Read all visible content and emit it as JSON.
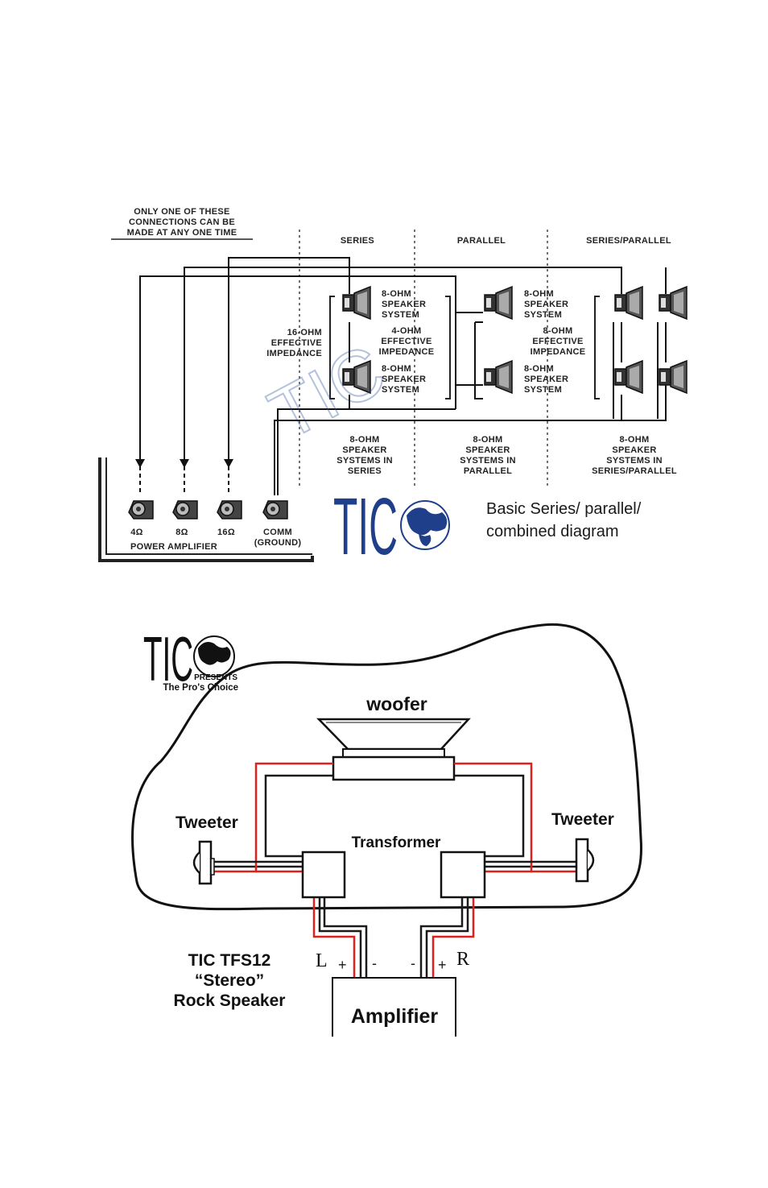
{
  "top_diagram": {
    "note": [
      "ONLY ONE OF THESE",
      "CONNECTIONS CAN BE",
      "MADE AT ANY ONE TIME"
    ],
    "section_headers": {
      "series": "SERIES",
      "parallel": "PARALLEL",
      "series_parallel": "SERIES/PARALLEL"
    },
    "speaker_system_label": [
      "8-OHM",
      "SPEAKER",
      "SYSTEM"
    ],
    "impedance_16": [
      "16-OHM",
      "EFFECTIVE",
      "IMPEDANCE"
    ],
    "impedance_4": [
      "4-OHM",
      "EFFECTIVE",
      "IMPEDANCE"
    ],
    "impedance_8": [
      "8-OHM",
      "EFFECTIVE",
      "IMPEDANCE"
    ],
    "caption_series": [
      "8-OHM",
      "SPEAKER",
      "SYSTEMS IN",
      "SERIES"
    ],
    "caption_parallel": [
      "8-OHM",
      "SPEAKER",
      "SYSTEMS IN",
      "PARALLEL"
    ],
    "caption_series_parallel": [
      "8-OHM",
      "SPEAKER",
      "SYSTEMS IN",
      "SERIES/PARALLEL"
    ],
    "terminals": [
      "4Ω",
      "8Ω",
      "16Ω",
      "COMM",
      "(GROUND)"
    ],
    "amp_label": "POWER AMPLIFIER",
    "logo_text": "TIC",
    "caption": [
      "Basic Series/ parallel/",
      "combined diagram"
    ]
  },
  "bottom_diagram": {
    "logo_text": "TIC",
    "presents": "PRESENTS",
    "tagline": "The Pro's Choice",
    "woofer": "woofer",
    "tweeter_left": "Tweeter",
    "tweeter_right": "Tweeter",
    "transformer": "Transformer",
    "left_channel": "L",
    "right_channel": "R",
    "plus": "+",
    "minus": "-",
    "product": [
      "TIC TFS12",
      "“Stereo”",
      "Rock Speaker"
    ],
    "amplifier": "Amplifier"
  },
  "colors": {
    "wire_red": "#e0201c",
    "wire_black": "#1a1a1a",
    "logo_blue": "#1f3f8a"
  }
}
